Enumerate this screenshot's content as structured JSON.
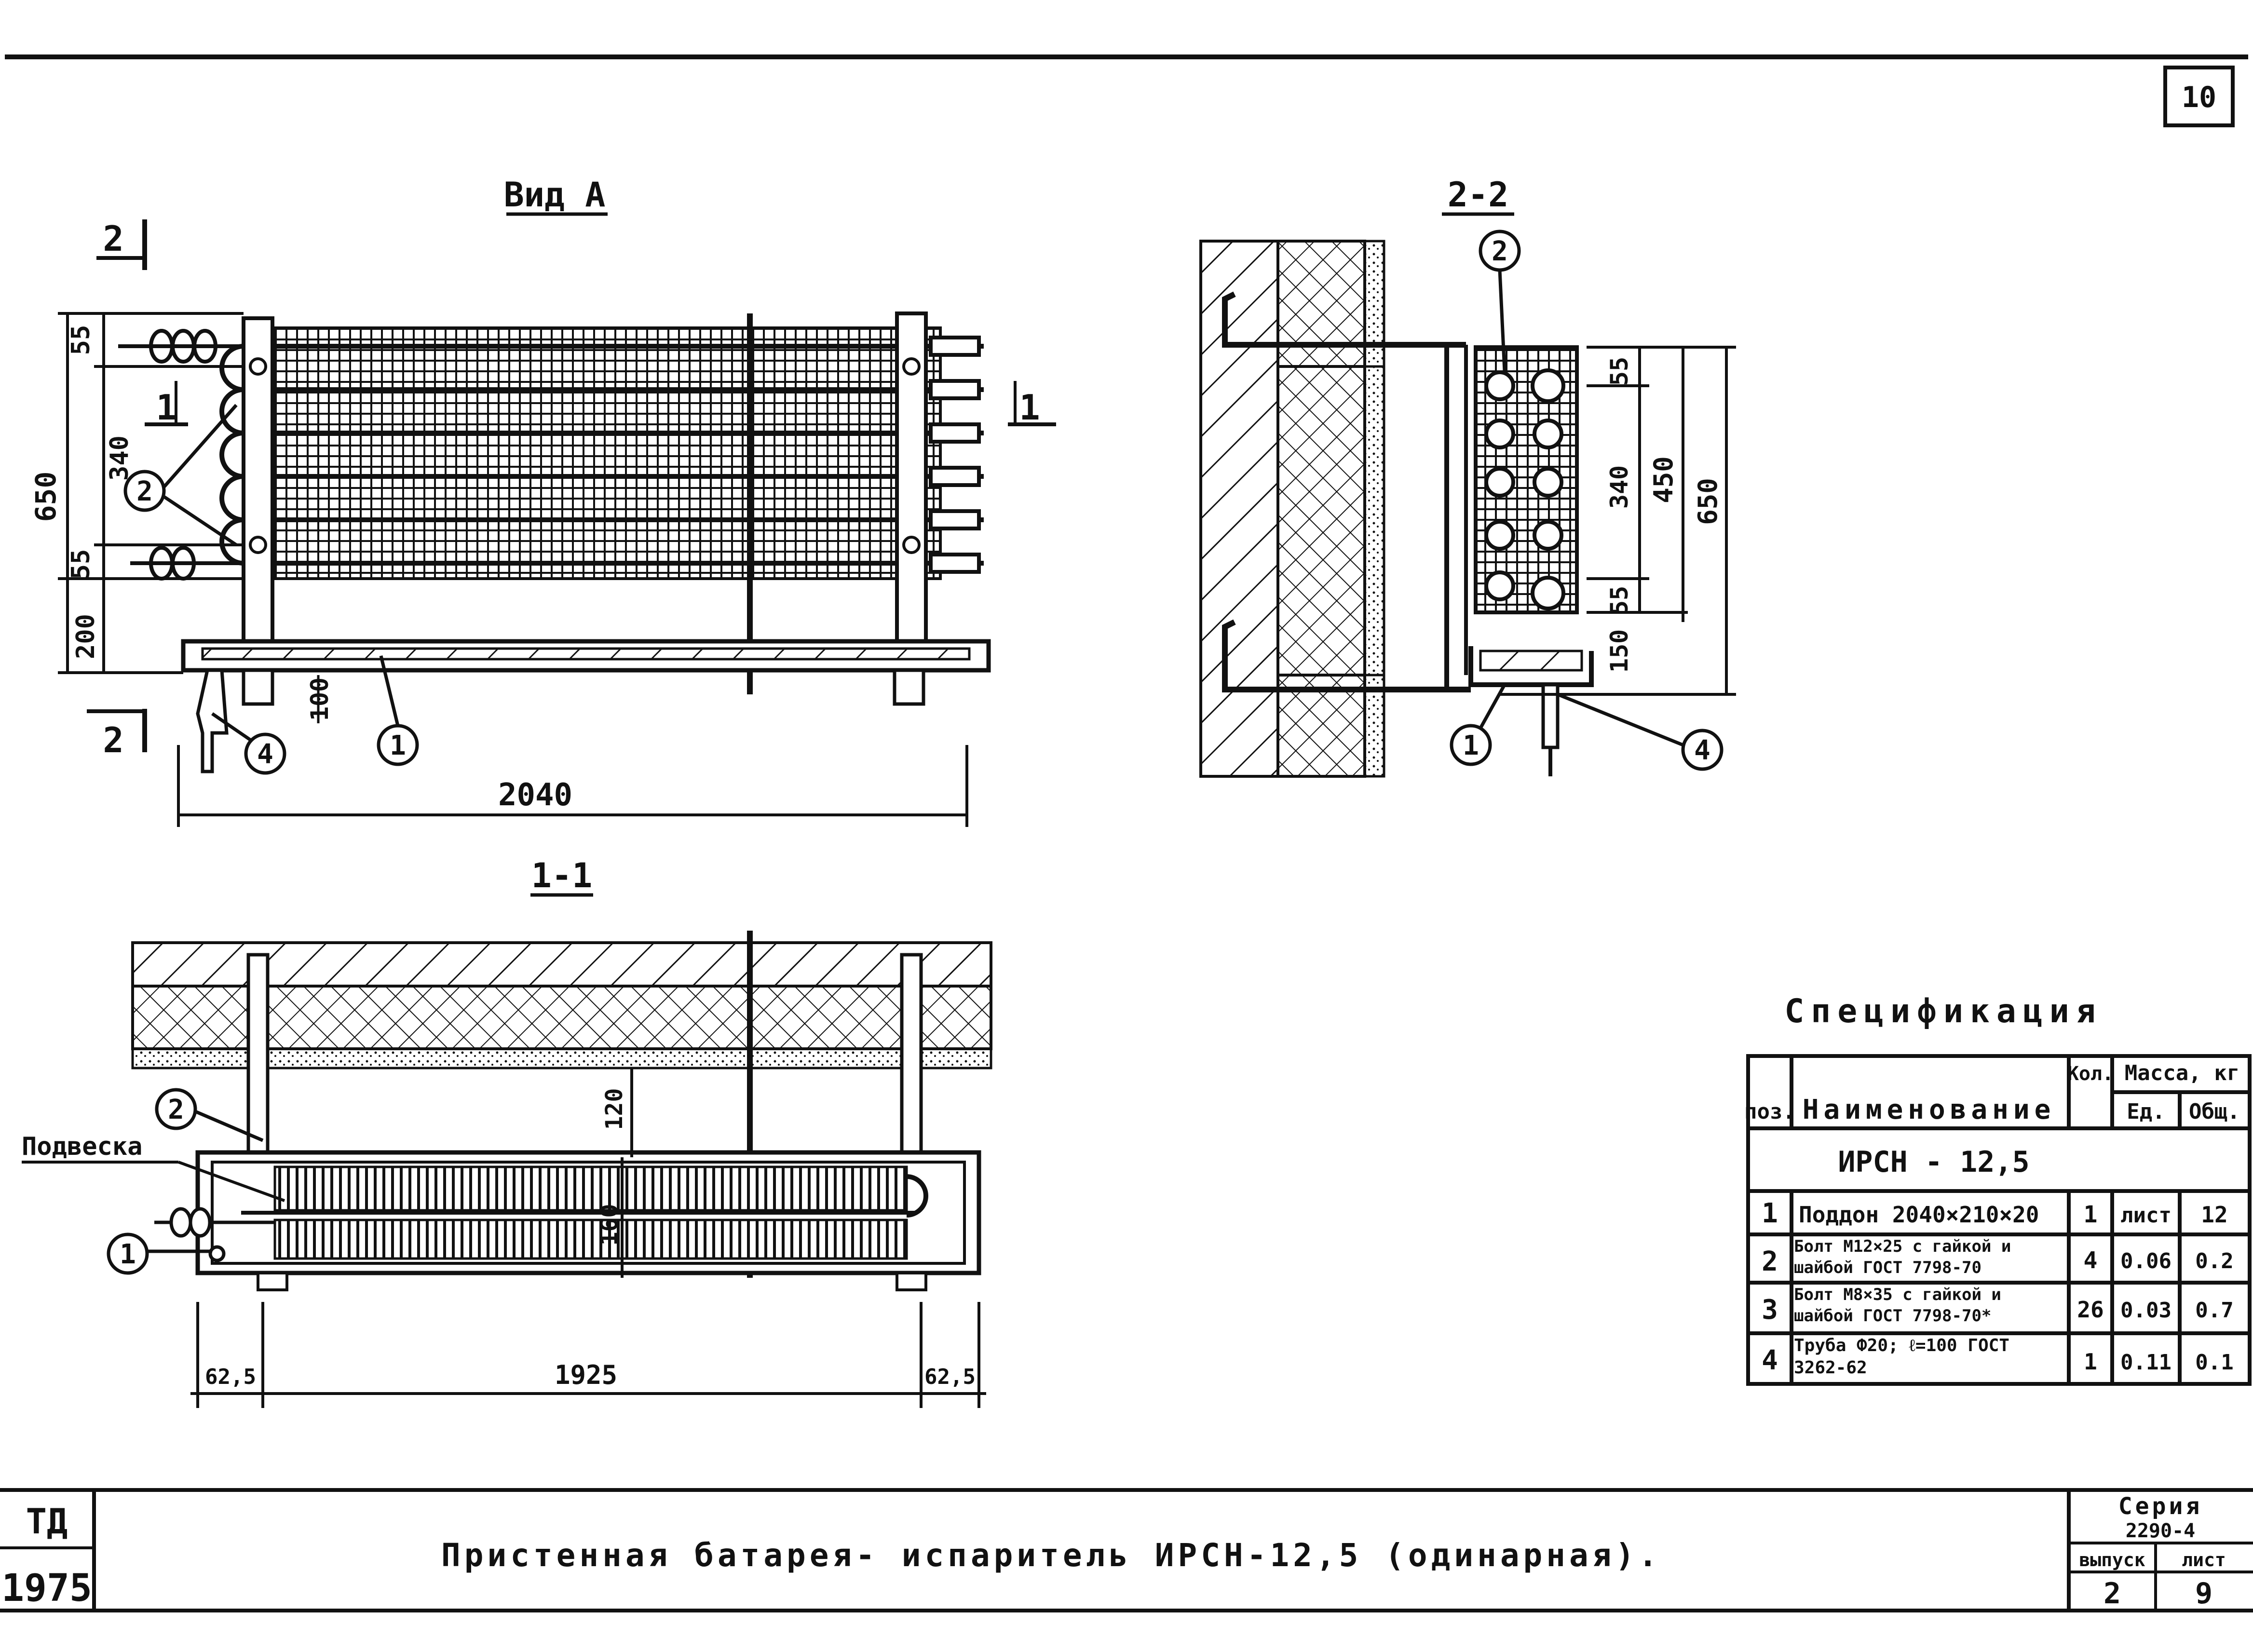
{
  "page_number": "10",
  "views": {
    "view_a": {
      "title": "Вид А",
      "section_mark_top": "2",
      "section_mark_bottom": "2",
      "cut_mark_left": "1",
      "cut_mark_right": "1",
      "dimensions": {
        "top_offset": "55",
        "middle": "340",
        "bottom_offset": "55",
        "total_height": "650",
        "base": "200",
        "support": "100",
        "length": "2040"
      },
      "callouts": [
        "2",
        "4",
        "1"
      ]
    },
    "section_2_2": {
      "title": "2-2",
      "dimensions": {
        "top_offset": "55",
        "middle": "340",
        "bottom_offset": "55",
        "coil_height": "450",
        "total_height": "650",
        "tray": "150"
      },
      "callouts": [
        "2",
        "1",
        "4"
      ]
    },
    "section_1_1": {
      "title": "1-1",
      "hanger_label": "Подвеска",
      "dimensions": {
        "gap": "120",
        "coil_depth": "160",
        "left_margin": "62,5",
        "span": "1925",
        "right_margin": "62,5"
      },
      "callouts": [
        "2",
        "1"
      ]
    }
  },
  "specification": {
    "title": "Спецификация",
    "headers": {
      "pos": "поз.",
      "name": "Наименование",
      "qty": "Кол.",
      "mass": "Масса, кг",
      "mass_unit": "Ед.",
      "mass_total": "Общ."
    },
    "group": "ИРСН - 12,5",
    "rows": [
      {
        "pos": "1",
        "name": "Поддон 2040×210×20",
        "qty": "1",
        "unit": "лист",
        "total": "12"
      },
      {
        "pos": "2",
        "name": "Болт М12×25 с гайкой и шайбой ГОСТ 7798-70",
        "qty": "4",
        "unit": "0.06",
        "total": "0.2"
      },
      {
        "pos": "3",
        "name": "Болт М8×35 с гайкой и шайбой ГОСТ 7798-70*",
        "qty": "26",
        "unit": "0.03",
        "total": "0.7"
      },
      {
        "pos": "4",
        "name": "Труба Ф20; ℓ=100 ГОСТ 3262-62",
        "qty": "1",
        "unit": "0.11",
        "total": "0.1"
      }
    ]
  },
  "title_block": {
    "org": "ТД",
    "year": "1975",
    "title": "Пристенная батарея- испаритель ИРСН-12,5 (одинарная).",
    "series_label": "Серия",
    "series": "2290-4",
    "issue_label": "выпуск",
    "sheet_label": "лист",
    "issue": "2",
    "sheet": "9"
  }
}
